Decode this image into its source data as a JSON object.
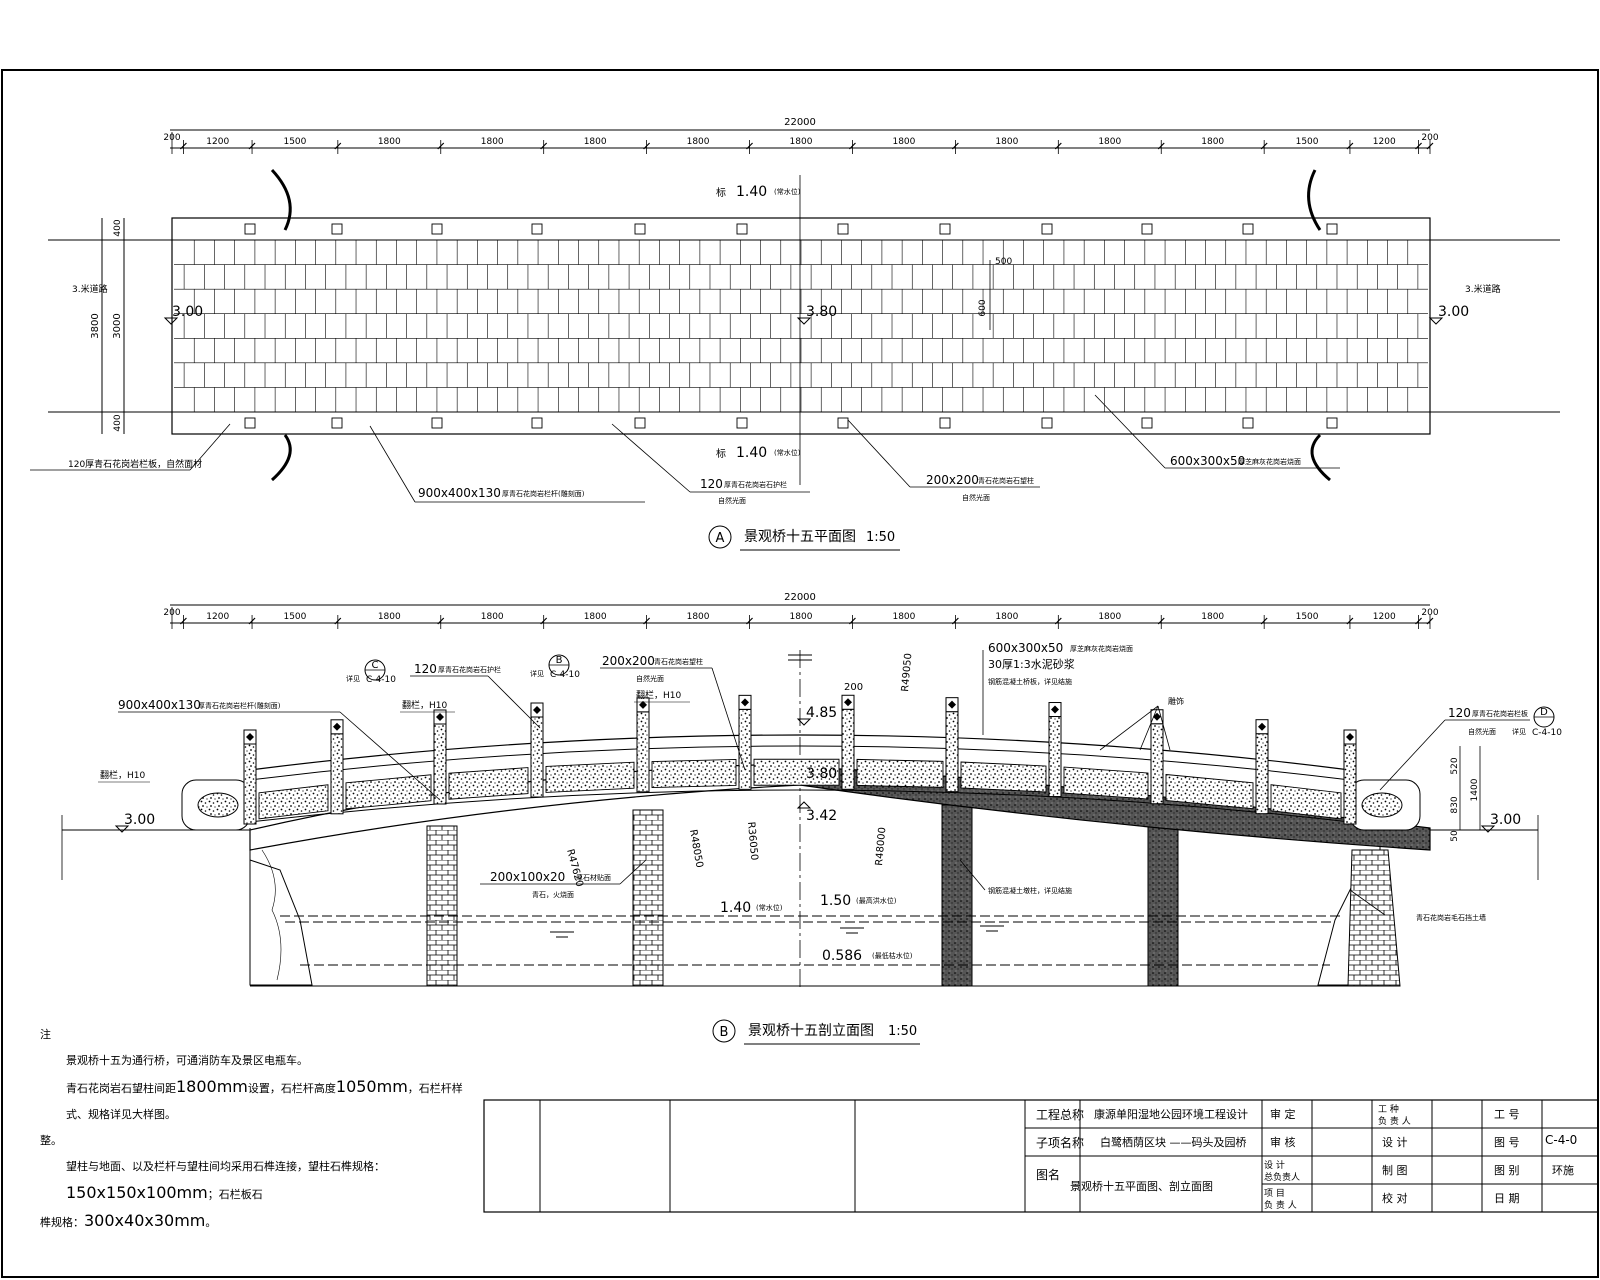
{
  "plan": {
    "title": "景观桥十五平面图",
    "marker": "A",
    "scale": "1:50",
    "overall": "22000",
    "dims": [
      "200",
      "1200",
      "1500",
      "1800",
      "1800",
      "1800",
      "1800",
      "1800",
      "1800",
      "1800",
      "1800",
      "1800",
      "1500",
      "1200",
      "200"
    ],
    "left_dims": [
      "3800",
      "3000",
      "400",
      "400"
    ],
    "inner_dims": [
      "500",
      "600"
    ],
    "level_water_top": "1.40",
    "level_water_top_note": "(常水位)",
    "level_water_bottom": "1.40",
    "level_water_bottom_note": "(常水位)",
    "level_left": "3.00",
    "level_center": "3.80",
    "level_right": "3.00",
    "road_left": "3.米道路",
    "road_right": "3.米道路",
    "water_prefix": "标",
    "callouts": {
      "c1": "120厚青石花岗岩栏板，自然面材",
      "c2_main": "900x400x130",
      "c2_note": "厚青石花岗岩栏杆(雕刻面)",
      "c3_main": "120",
      "c3_note": "厚青石花岗岩石护栏",
      "c3_sub": "自然光面",
      "c4_main": "200x200",
      "c4_note": "青石花岗岩石望柱",
      "c4_sub": "自然光面",
      "c5_main": "600x300x50",
      "c5_note": "厚芝麻灰花岗岩烧面"
    }
  },
  "elevation": {
    "title": "景观桥十五剖立面图",
    "marker": "B",
    "scale": "1:50",
    "overall": "22000",
    "dims": [
      "200",
      "1200",
      "1500",
      "1800",
      "1800",
      "1800",
      "1800",
      "1800",
      "1800",
      "1800",
      "1800",
      "1800",
      "1500",
      "1200",
      "200"
    ],
    "level_left": "3.00",
    "level_right": "3.00",
    "level_top": "4.85",
    "level_mid": "3.80",
    "level_low": "3.42",
    "level_water": "1.40",
    "level_water_note": "(常水位)",
    "level_flood": "1.50",
    "level_flood_note": "(最高洪水位)",
    "level_bottom": "0.586",
    "level_bottom_note": "(最低枯水位)",
    "radii": [
      "R47620",
      "R48050",
      "R36050",
      "R48000",
      "R49050"
    ],
    "small_dim": "200",
    "right_dims": [
      "520",
      "830",
      "1400",
      "50"
    ],
    "section_refs": [
      {
        "letter": "C",
        "sheet": "C-4-10",
        "prefix": "详见"
      },
      {
        "letter": "B",
        "sheet": "C-4-10",
        "prefix": "详见"
      },
      {
        "letter": "D",
        "sheet": "C-4-10",
        "prefix": "详见"
      }
    ],
    "callouts": {
      "rail_main": "900x400x130",
      "rail_note": "厚青石花岗岩栏杆(雕刻面)",
      "top_main": "120",
      "top_note": "厚青石花岗岩石护栏",
      "hook1": "翻栏，H10",
      "hook2": "翻栏，H10",
      "hook3": "翻栏，H10",
      "post_main": "200x200",
      "post_note": "青石花岗岩望柱",
      "post_sub": "自然光面",
      "pave_main": "600x300x50",
      "pave_note": "厚芝麻灰花岗岩烧面",
      "mortar_main": "30厚1:3水泥砂浆",
      "slab_note": "钢筋混凝土桥板，详见结施",
      "carve": "雕饰",
      "right_main": "120",
      "right_note": "厚青石花岗岩栏板",
      "right_sub": "自然光面",
      "pier_note": "钢筋混凝土墩柱，详见结施",
      "abut_note": "青石花岗岩毛石挡土墙",
      "under_main": "200x100x20",
      "under_note": "厚石材贴面",
      "under_sub": "青石，火烧面"
    }
  },
  "notes": {
    "heading": "注",
    "line1": "景观桥十五为通行桥，可通消防车及景区电瓶车。",
    "line2a": "青石花岗岩石望柱间距",
    "line2b": "1800mm",
    "line2c": "设置，石栏杆高度",
    "line2d": "1050mm",
    "line2e": "，石栏杆样式、规格详见大样图。",
    "line3": "整。",
    "line4a": "望柱与地面、以及栏杆与望柱间均采用石榫连接，望柱石榫规格：",
    "line4b": "150x150x100mm",
    "line4c": "；石栏板石",
    "line5a": "榫规格：",
    "line5b": "300x40x30mm",
    "line5c": "。"
  },
  "title_block": {
    "project_label": "工程总称",
    "project": "康源单阳湿地公园环境工程设计",
    "sub_label": "子项名称",
    "sub": "白鹭栖荫区块 ——码头及园桥",
    "drawing_label": "图名",
    "drawing": "景观桥十五平面图、剖立面图",
    "approve": "审 定",
    "review": "审 核",
    "design_lead": "设 计",
    "design_lead2": "总负责人",
    "project_lead": "项 目",
    "project_lead2": "负 责 人",
    "eng_lead": "工 种",
    "eng_lead2": "负 责 人",
    "design": "设 计",
    "draw": "制 图",
    "check": "校 对",
    "job_label": "工 号",
    "sheet_label": "图 号",
    "sheet": "C-4-0",
    "category_label": "图 别",
    "category": "环施",
    "date_label": "日 期"
  }
}
